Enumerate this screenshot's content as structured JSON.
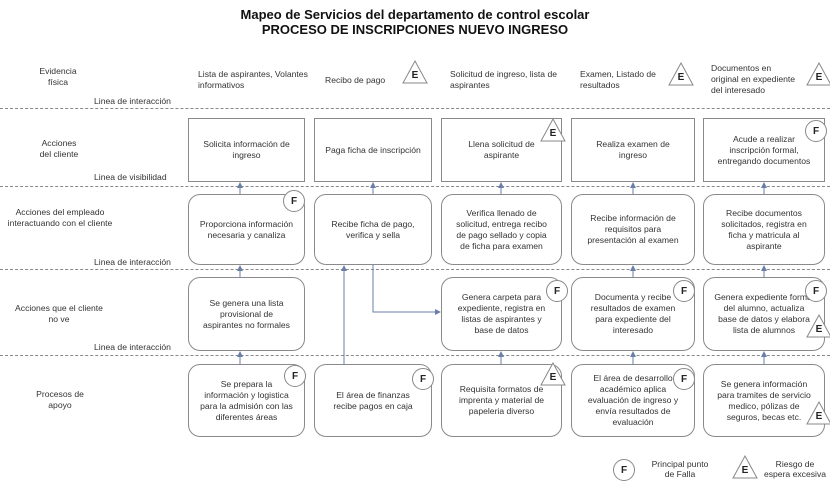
{
  "title": "Mapeo de Servicios del departamento de control escolar",
  "subtitle": "PROCESO DE INSCRIPCIONES NUEVO INGRESO",
  "row_labels": {
    "evidencia": "Evidencia física",
    "acciones_cliente": "Acciones del cliente",
    "acciones_empleado": "Acciones del empleado interactuando con el cliente",
    "acciones_no_ve": "Acciones que el cliente no ve",
    "procesos": "Procesos de apoyo"
  },
  "line_labels": {
    "interaccion": "Linea de interacción",
    "visibilidad": "Linea de visibilidad"
  },
  "evidence": [
    "Lista de aspirantes, Volantes informativos",
    "Recibo de pago",
    "Solicitud de ingreso, lista de aspirantes",
    "Examen, Listado de resultados",
    "Documentos en original en expediente del interesado"
  ],
  "client_actions": [
    "Solicita información de ingreso",
    "Paga ficha de inscripción",
    "Llena solicitud de aspirante",
    "Realiza examen de ingreso",
    "Acude a realizar inscripción formal, entregando documentos"
  ],
  "employee_actions": [
    "Proporciona información necesaria y canaliza",
    "Recibe ficha de pago, verifica y sella",
    "Verifica llenado de solicitud, entrega recibo de pago sellado y copia de ficha para examen",
    "Recibe información de requisitos para presentación al examen",
    "Recibe documentos solicitados, registra en ficha y matricula al aspirante"
  ],
  "backstage_actions": [
    "Se genera una lista provisional de aspirantes no formales",
    "",
    "Genera carpeta para expediente, registra en listas de aspirantes y base de datos",
    "Documenta y recibe resultados de examen para expediente del interesado",
    "Genera expediente formal del alumno, actualiza base de datos y elabora lista de alumnos"
  ],
  "support_processes": [
    "Se prepara la información y logistica para la admisión con las diferentes áreas",
    "El área de finanzas recibe pagos en caja",
    "Requisita formatos de imprenta y material de papeleria diverso",
    "El área de desarrollo académico aplica evaluación de ingreso y envía resultados de evaluación",
    "Se genera información para tramites de servicio medico, pólizas de seguros, becas etc."
  ],
  "markers": {
    "f": "F",
    "e": "E"
  },
  "legend": {
    "f_label": "Principal punto de Falla",
    "e_label": "Riesgo de espera excesiva"
  }
}
